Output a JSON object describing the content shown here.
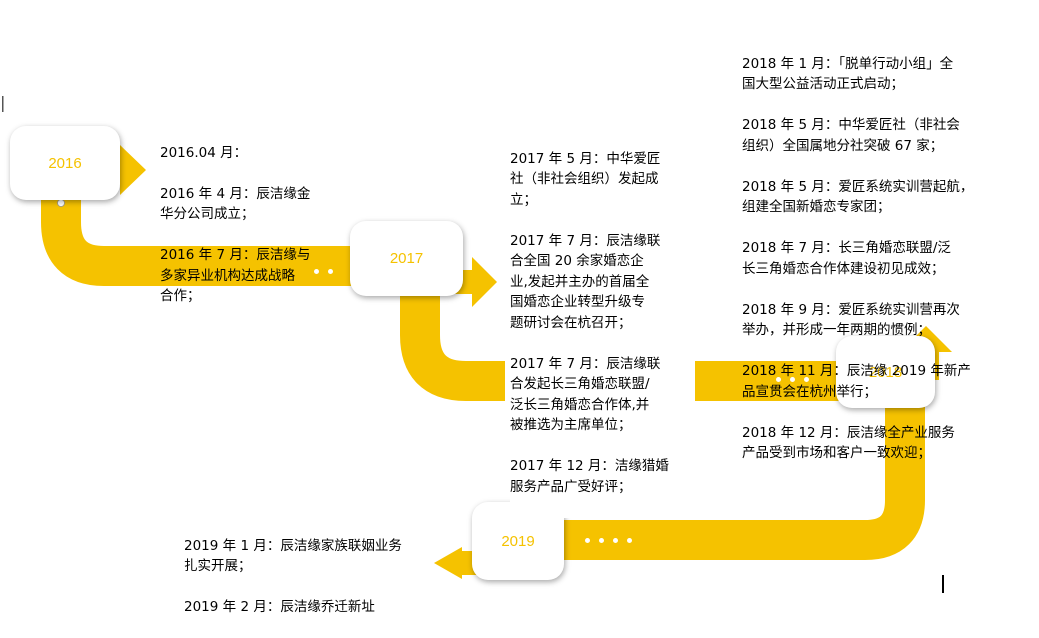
{
  "colors": {
    "track": "#F5C200",
    "year_text": "#F5C200",
    "text": "#000000",
    "box": "#FFFFFF"
  },
  "years": [
    {
      "label": "2016"
    },
    {
      "label": "2017"
    },
    {
      "label": "2018"
    },
    {
      "label": "2019"
    }
  ],
  "milestones": {
    "y2016": [
      "2016.04 月：",
      "2016 年 4 月：辰洁缘金\n华分公司成立；",
      "2016 年 7 月：辰洁缘与\n多家异业机构达成战略\n合作；"
    ],
    "y2017": [
      "2017 年 5 月：中华爱匠\n社（非社会组织）发起成\n立；",
      "2017 年 7 月：辰洁缘联\n合全国 20 余家婚恋企\n业,发起并主办的首届全\n国婚恋企业转型升级专\n题研讨会在杭召开；",
      "2017 年 7 月：辰洁缘联\n合发起长三角婚恋联盟/\n泛长三角婚恋合作体,并\n被推选为主席单位；",
      "2017 年 12 月：洁缘猎婚\n服务产品广受好评；"
    ],
    "y2018": [
      "2018 年 1 月：「脱单行动小组」全\n国大型公益活动正式启动；",
      "2018 年 5 月：中华爱匠社（非社会\n组织）全国属地分社突破 67 家；",
      "2018 年 5 月：爱匠系统实训营起航，\n组建全国新婚恋专家团；",
      "2018 年 7 月：长三角婚恋联盟/泛\n长三角婚恋合作体建设初见成效；",
      "2018 年 9 月：爱匠系统实训营再次\n举办，并形成一年两期的惯例；",
      "2018 年 11 月：辰洁缘 2019 年新产\n品宣贯会在杭州举行；",
      "2018 年 12 月：辰洁缘全产业服务\n产品受到市场和客户一致欢迎；"
    ],
    "y2019": [
      "2019 年 1 月：辰洁缘家族联姻业务\n扎实开展；",
      "2019 年 2 月：辰洁缘乔迁新址"
    ]
  }
}
